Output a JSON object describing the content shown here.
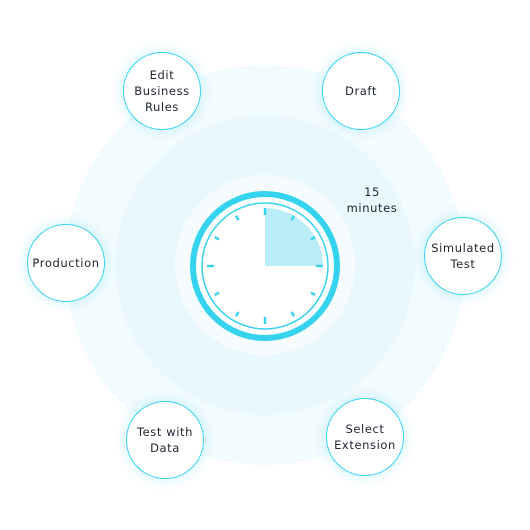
{
  "timer": {
    "label": "15\nminutes",
    "elapsed_fraction": 0.25,
    "accent_color": "#35d3ee",
    "fill_color": "#b9eef9",
    "ticks": 12
  },
  "steps": [
    {
      "label": "Edit\nBusiness\nRules"
    },
    {
      "label": "Draft"
    },
    {
      "label": "Simulated\nTest"
    },
    {
      "label": "Select\nExtension"
    },
    {
      "label": "Test with\nData"
    },
    {
      "label": "Production"
    }
  ],
  "colors": {
    "node_border": "#35d3ee",
    "text": "#1d2430",
    "ring_outer": "#f2fbfe",
    "ring_mid": "#e9f8fd"
  }
}
